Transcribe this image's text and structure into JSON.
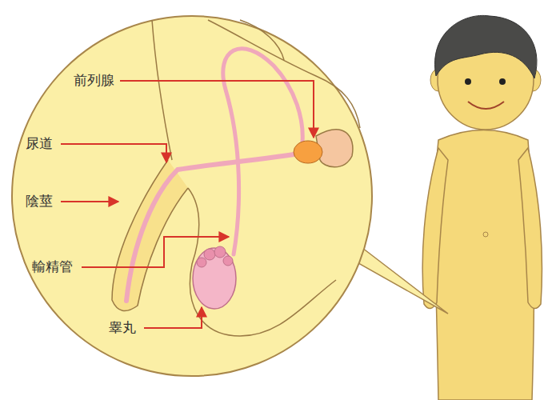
{
  "diagram": {
    "labels": [
      "前列腺",
      "尿道",
      "陰莖",
      "輸精管",
      "睾丸"
    ]
  }
}
